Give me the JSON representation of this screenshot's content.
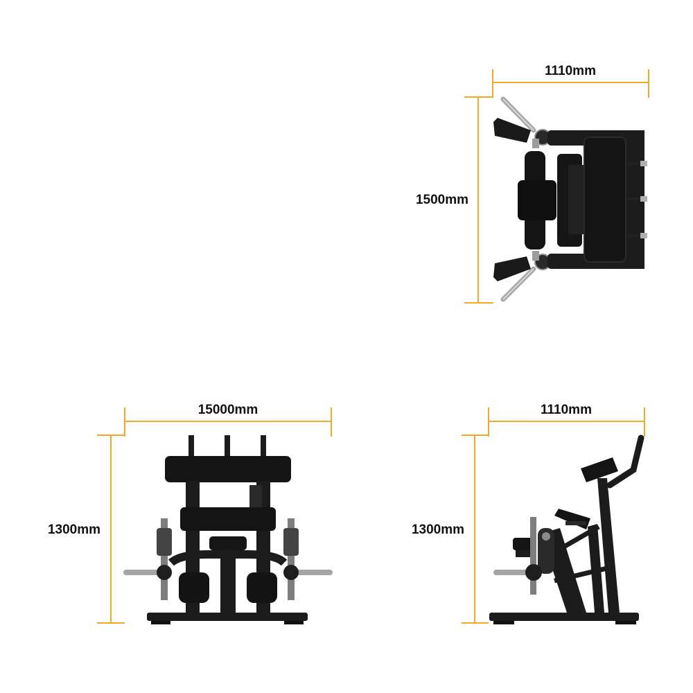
{
  "colors": {
    "dimension_line": "#f5a623",
    "frame": "#1c1c1c",
    "pad": "#111111",
    "steel": "#9a9a9a",
    "background": "#ffffff"
  },
  "views": {
    "top": {
      "width_label": "1110mm",
      "depth_label": "1500mm"
    },
    "front": {
      "width_label": "15000mm",
      "height_label": "1300mm"
    },
    "side": {
      "width_label": "1110mm",
      "height_label": "1300mm"
    }
  }
}
